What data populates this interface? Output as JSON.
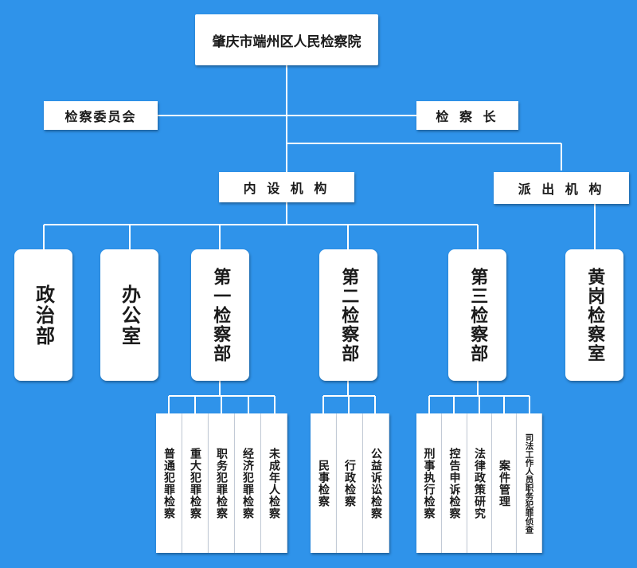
{
  "root": "肇庆市端州区人民检察院",
  "committee": "检察委员会",
  "chief": "检 察 长",
  "internal": "内 设 机 构",
  "dispatched": "派 出 机 构",
  "departments": {
    "politics": "政治部",
    "office": "办公室",
    "first": "第一检察部",
    "second": "第二检察部",
    "third": "第三检察部",
    "huanggang": "黄岗检察室"
  },
  "first_subs": [
    "普通犯罪检察",
    "重大犯罪检察",
    "职务犯罪检察",
    "经济犯罪检察",
    "未成年人检察"
  ],
  "second_subs": [
    "民事检察",
    "行政检察",
    "公益诉讼检察"
  ],
  "third_subs": [
    "刑事执行检察",
    "控告申诉检察",
    "法律政策研究",
    "案件管理",
    "司法工作人员职务犯罪侦查"
  ],
  "colors": {
    "background": "#2f93ea",
    "box": "#ffffff",
    "line": "#ffffff"
  }
}
